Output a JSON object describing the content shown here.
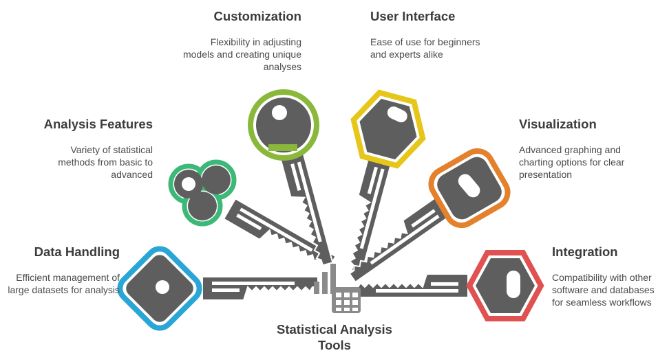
{
  "center": {
    "title": "Statistical Analysis Tools"
  },
  "items": {
    "customization": {
      "title": "Customization",
      "description": "Flexibility in adjusting models and creating unique analyses",
      "color": "#8ab83a"
    },
    "user_interface": {
      "title": "User Interface",
      "description": "Ease of use for beginners and experts alike",
      "color": "#e6c619"
    },
    "analysis_features": {
      "title": "Analysis Features",
      "description": "Variety of statistical methods from basic to advanced",
      "color": "#3cb878"
    },
    "visualization": {
      "title": "Visualization",
      "description": "Advanced graphing and charting options for clear presentation",
      "color": "#e3812c"
    },
    "data_handling": {
      "title": "Data Handling",
      "description": "Efficient management of large datasets for analysis",
      "color": "#2aa6d6"
    },
    "integration": {
      "title": "Integration",
      "description": "Compatibility with other software and databases for seamless workflows",
      "color": "#e05151"
    }
  },
  "icons": {
    "center": "bar-chart-calculator-icon",
    "key": "key-icon"
  }
}
